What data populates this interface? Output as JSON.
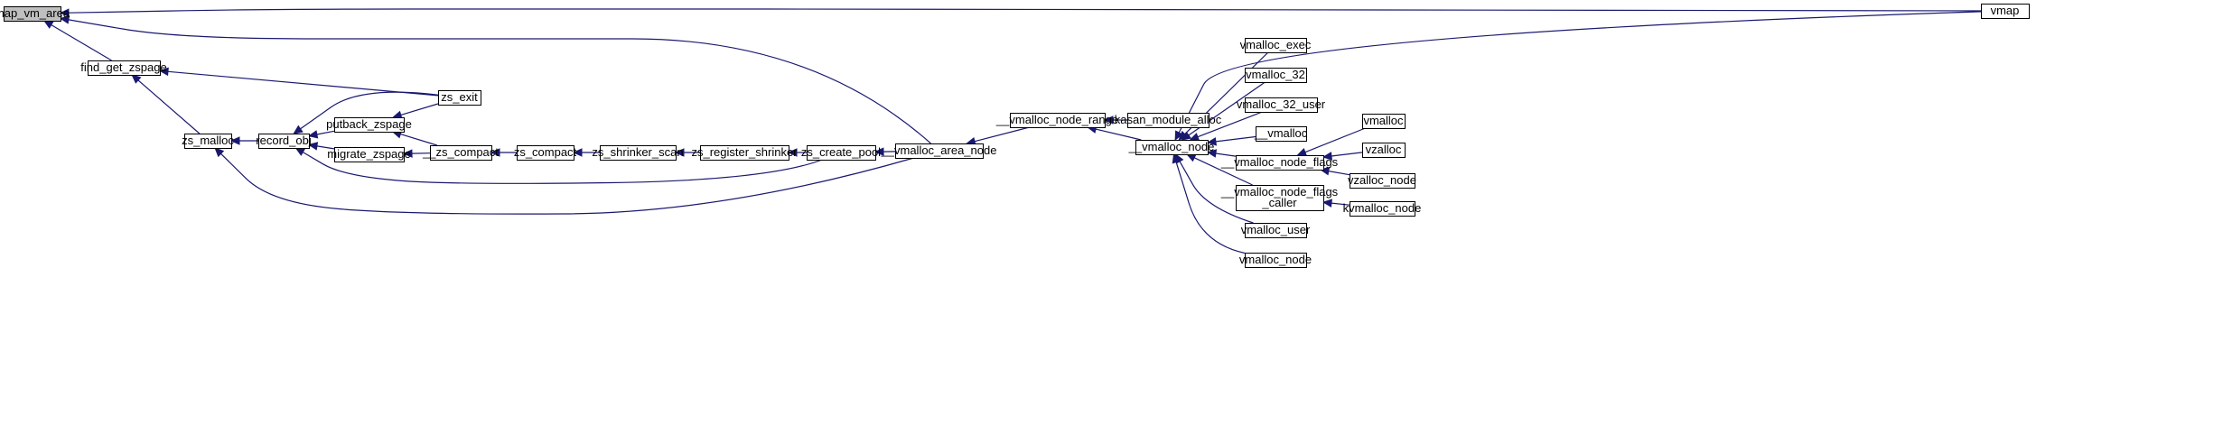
{
  "graph": {
    "edge_color": "#191970",
    "highlight_fill": "#bfbfbf",
    "nodes": {
      "map_vm_area": {
        "label": "map_vm_area",
        "highlighted": true
      },
      "vmap": {
        "label": "vmap"
      },
      "find_get_zspage": {
        "label": "find_get_zspage"
      },
      "zs_exit": {
        "label": "zs_exit"
      },
      "zs_malloc": {
        "label": "zs_malloc"
      },
      "record_obj": {
        "label": "record_obj"
      },
      "putback_zspage": {
        "label": "putback_zspage"
      },
      "migrate_zspage": {
        "label": "migrate_zspage"
      },
      "__zs_compact": {
        "label": "__zs_compact"
      },
      "zs_compact": {
        "label": "zs_compact"
      },
      "zs_shrinker_scan": {
        "label": "zs_shrinker_scan"
      },
      "zs_register_shrinker": {
        "label": "zs_register_shrinker"
      },
      "zs_create_pool": {
        "label": "zs_create_pool"
      },
      "__vmalloc_area_node": {
        "label": "__vmalloc_area_node"
      },
      "__vmalloc_node_range": {
        "label": "__vmalloc_node_range"
      },
      "kasan_module_alloc": {
        "label": "kasan_module_alloc"
      },
      "__vmalloc_node": {
        "label": "__vmalloc_node"
      },
      "vmalloc_exec": {
        "label": "vmalloc_exec"
      },
      "vmalloc_32": {
        "label": "vmalloc_32"
      },
      "vmalloc_32_user": {
        "label": "vmalloc_32_user"
      },
      "__vmalloc": {
        "label": "__vmalloc"
      },
      "__vmalloc_node_flags": {
        "label": "__vmalloc_node_flags"
      },
      "__vmalloc_node_flags_caller": {
        "label_lines": [
          "__vmalloc_node_flags",
          "_caller"
        ]
      },
      "vmalloc_user": {
        "label": "vmalloc_user"
      },
      "vmalloc_node": {
        "label": "vmalloc_node"
      },
      "vmalloc": {
        "label": "vmalloc"
      },
      "vzalloc": {
        "label": "vzalloc"
      },
      "vzalloc_node": {
        "label": "vzalloc_node"
      },
      "kvmalloc_node": {
        "label": "kvmalloc_node"
      }
    },
    "edges": [
      {
        "from": "vmap",
        "to": "map_vm_area"
      },
      {
        "from": "__vmalloc_area_node",
        "to": "map_vm_area"
      },
      {
        "from": "find_get_zspage",
        "to": "map_vm_area"
      },
      {
        "from": "zs_exit",
        "to": "find_get_zspage"
      },
      {
        "from": "zs_malloc",
        "to": "find_get_zspage"
      },
      {
        "from": "record_obj",
        "to": "zs_malloc"
      },
      {
        "from": "__vmalloc_area_node",
        "to": "zs_malloc"
      },
      {
        "from": "zs_exit",
        "to": "record_obj"
      },
      {
        "from": "putback_zspage",
        "to": "record_obj"
      },
      {
        "from": "migrate_zspage",
        "to": "record_obj"
      },
      {
        "from": "zs_create_pool",
        "to": "record_obj"
      },
      {
        "from": "zs_exit",
        "to": "putback_zspage"
      },
      {
        "from": "__zs_compact",
        "to": "putback_zspage"
      },
      {
        "from": "__zs_compact",
        "to": "migrate_zspage"
      },
      {
        "from": "zs_compact",
        "to": "__zs_compact"
      },
      {
        "from": "zs_shrinker_scan",
        "to": "zs_compact"
      },
      {
        "from": "zs_register_shrinker",
        "to": "zs_shrinker_scan"
      },
      {
        "from": "zs_create_pool",
        "to": "zs_register_shrinker"
      },
      {
        "from": "__vmalloc_area_node",
        "to": "zs_create_pool"
      },
      {
        "from": "__vmalloc_node_range",
        "to": "__vmalloc_area_node"
      },
      {
        "from": "kasan_module_alloc",
        "to": "__vmalloc_node_range"
      },
      {
        "from": "__vmalloc_node",
        "to": "__vmalloc_node_range"
      },
      {
        "from": "vmap",
        "to": "__vmalloc_node"
      },
      {
        "from": "vmalloc_exec",
        "to": "__vmalloc_node"
      },
      {
        "from": "vmalloc_32",
        "to": "__vmalloc_node"
      },
      {
        "from": "vmalloc_32_user",
        "to": "__vmalloc_node"
      },
      {
        "from": "__vmalloc",
        "to": "__vmalloc_node"
      },
      {
        "from": "__vmalloc_node_flags",
        "to": "__vmalloc_node"
      },
      {
        "from": "__vmalloc_node_flags_caller",
        "to": "__vmalloc_node"
      },
      {
        "from": "vmalloc_user",
        "to": "__vmalloc_node"
      },
      {
        "from": "vmalloc_node",
        "to": "__vmalloc_node"
      },
      {
        "from": "vmalloc",
        "to": "__vmalloc_node_flags"
      },
      {
        "from": "vzalloc",
        "to": "__vmalloc_node_flags"
      },
      {
        "from": "vzalloc_node",
        "to": "__vmalloc_node_flags"
      },
      {
        "from": "kvmalloc_node",
        "to": "__vmalloc_node_flags_caller"
      }
    ]
  }
}
